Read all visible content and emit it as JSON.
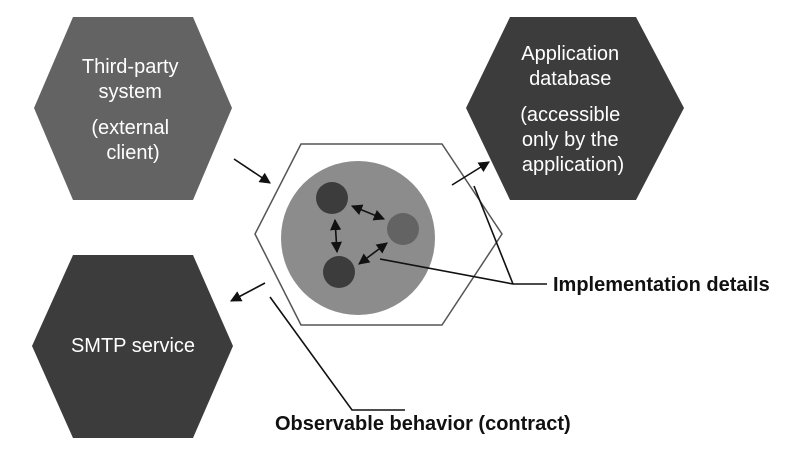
{
  "nodes": {
    "third_party": {
      "lines": [
        "Third-party",
        "system",
        "",
        "(external",
        "client)"
      ],
      "fill": "#636363"
    },
    "app_database": {
      "lines": [
        "Application",
        "database",
        "",
        "(accessible",
        "only by the",
        "application)"
      ],
      "fill": "#3c3c3c"
    },
    "smtp": {
      "lines": [
        "SMTP service"
      ],
      "fill": "#3c3c3c"
    }
  },
  "center": {
    "hex_fill": "#ffffff",
    "hex_stroke": "#555555",
    "circle_fill": "#8c8c8c",
    "dot_dark": "#3c3c3c",
    "dot_mid": "#636363"
  },
  "labels": {
    "implementation": "Implementation details",
    "observable": "Observable behavior (contract)"
  }
}
